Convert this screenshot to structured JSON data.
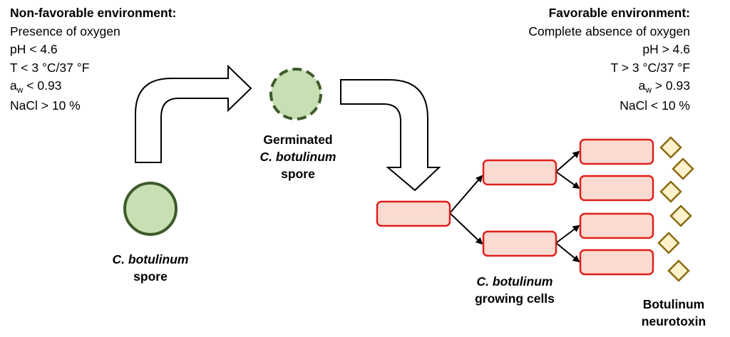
{
  "left_conditions": {
    "title": "Non-favorable environment:",
    "oxygen": "Presence of oxygen",
    "ph": "pH < 4.6",
    "temp": "T < 3 °C/37 °F",
    "aw_prefix": "a",
    "aw_sub": "w",
    "aw_value": " < 0.93",
    "nacl": "NaCl > 10 %"
  },
  "right_conditions": {
    "title": "Favorable environment:",
    "oxygen": "Complete absence of oxygen",
    "ph": "pH > 4.6",
    "temp": "T > 3 °C/37 °F",
    "aw_prefix": "a",
    "aw_sub": "w",
    "aw_value": " > 0.93",
    "nacl": "NaCl < 10 %"
  },
  "labels": {
    "spore_italic": "C. botulinum",
    "spore_plain": "spore",
    "germinated_line1": "Germinated",
    "germinated_italic": "C. botulinum",
    "germinated_line3": "spore",
    "cells_italic": "C. botulinum",
    "cells_plain": "growing cells",
    "toxin_line1": "Botulinum",
    "toxin_line2": "neurotoxin"
  },
  "colors": {
    "spore_fill": "#c6e0b4",
    "spore_stroke": "#3d5a2a",
    "cell_fill": "#fadbd2",
    "cell_stroke": "#e0201b",
    "toxin_fill": "#fff2cc",
    "toxin_stroke": "#8a6a10"
  }
}
